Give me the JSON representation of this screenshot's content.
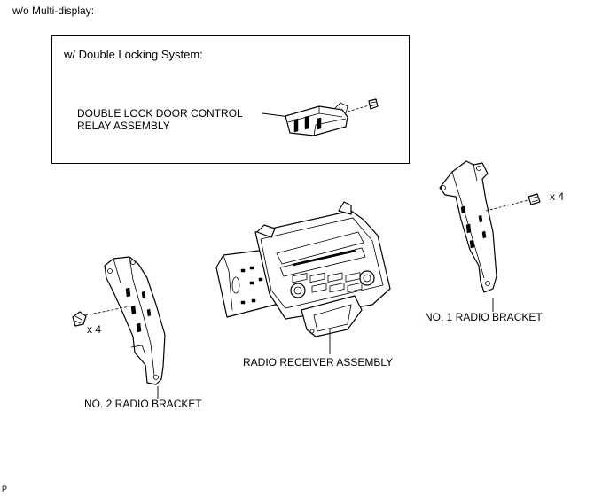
{
  "header": {
    "condition_label": "w/o Multi-display:"
  },
  "inset": {
    "title": "w/ Double Locking System:",
    "part_label_line1": "DOUBLE LOCK DOOR CONTROL",
    "part_label_line2": "RELAY ASSEMBLY"
  },
  "parts": {
    "radio_receiver": "RADIO RECEIVER ASSEMBLY",
    "no1_bracket": "NO. 1 RADIO BRACKET",
    "no2_bracket": "NO. 2 RADIO BRACKET"
  },
  "screws": {
    "right_qty": "x 4",
    "left_qty": "x 4"
  },
  "footer": {
    "corner_mark": "P"
  }
}
